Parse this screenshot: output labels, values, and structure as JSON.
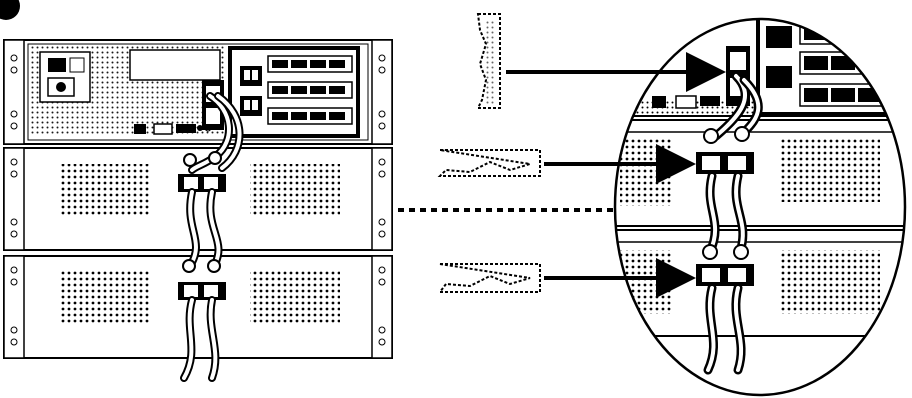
{
  "diagram": {
    "step_indicator": "",
    "left_view": {
      "modules": [
        "ups-unit",
        "battery-pack-1",
        "battery-pack-2"
      ]
    },
    "right_view": {
      "callouts": [
        "ups-input-cover",
        "battery-connector-cover-1",
        "battery-connector-cover-2"
      ]
    },
    "colors": {
      "line": "#000000",
      "panel": "#ffffff",
      "vent": "#000000"
    }
  }
}
